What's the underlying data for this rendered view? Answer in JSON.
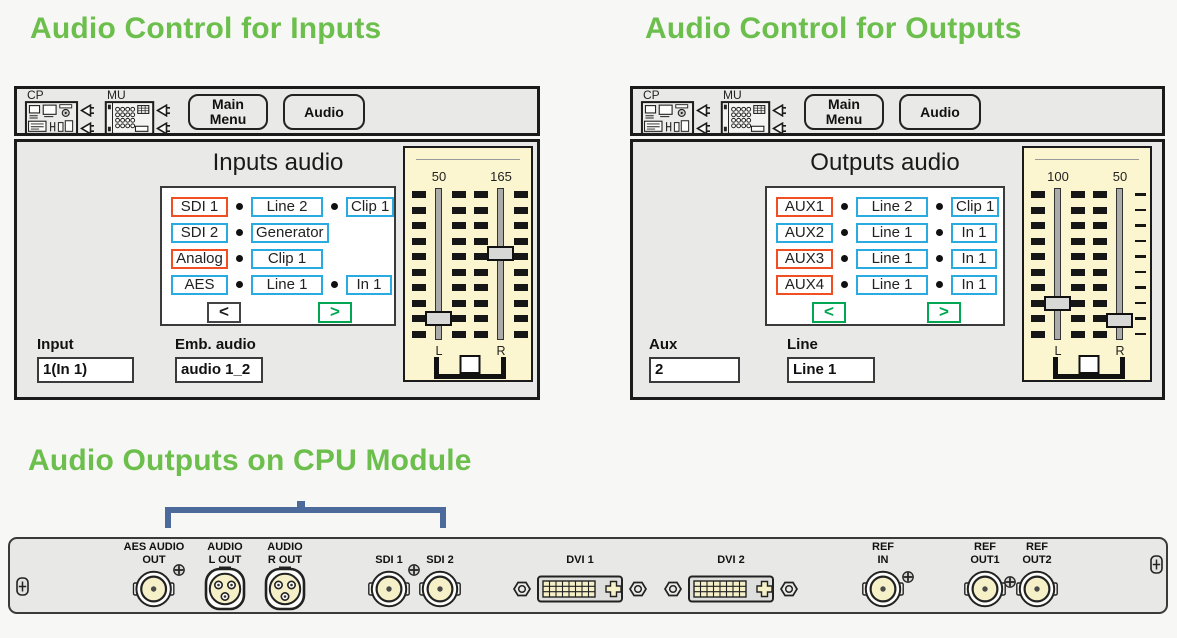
{
  "headings": {
    "inputs": "Audio Control for Inputs",
    "outputs": "Audio Control for Outputs",
    "cpu": "Audio Outputs on CPU Module"
  },
  "panels": [
    {
      "name": "inputs",
      "header": {
        "cp_label": "CP",
        "mu_label": "MU",
        "buttons": [
          {
            "label": "Main Menu"
          },
          {
            "label": "Audio"
          }
        ]
      },
      "title": "Inputs audio",
      "matrix": {
        "rows": [
          {
            "cells": [
              {
                "text": "SDI 1",
                "color": "red"
              },
              {
                "text": "Line 2",
                "color": "blue"
              },
              {
                "text": "Clip 1",
                "color": "blue"
              }
            ]
          },
          {
            "cells": [
              {
                "text": "SDI 2",
                "color": "blue"
              },
              {
                "text": "Generator",
                "color": "blue"
              }
            ]
          },
          {
            "cells": [
              {
                "text": "Analog",
                "color": "red"
              },
              {
                "text": "Clip 1",
                "color": "blue"
              }
            ]
          },
          {
            "cells": [
              {
                "text": "AES",
                "color": "blue"
              },
              {
                "text": "Line 1",
                "color": "blue"
              },
              {
                "text": "In 1",
                "color": "blue"
              }
            ]
          }
        ],
        "prev_arrow": {
          "glyph": "<",
          "style": "dark"
        },
        "next_arrow": {
          "glyph": ">",
          "style": "green"
        }
      },
      "fields": [
        {
          "label": "Input",
          "value": "1(In 1)"
        },
        {
          "label": "Emb. audio",
          "value": "audio 1_2"
        }
      ],
      "faders": [
        {
          "channel": "L",
          "value": "50",
          "handle_pct": 86,
          "marks": [
            "solid",
            "solid"
          ]
        },
        {
          "channel": "R",
          "value": "165",
          "handle_pct": 43,
          "marks": [
            "solid",
            "solid"
          ]
        }
      ]
    },
    {
      "name": "outputs",
      "header": {
        "cp_label": "CP",
        "mu_label": "MU",
        "buttons": [
          {
            "label": "Main Menu"
          },
          {
            "label": "Audio"
          }
        ]
      },
      "title": "Outputs audio",
      "matrix": {
        "rows": [
          {
            "cells": [
              {
                "text": "AUX1",
                "color": "red"
              },
              {
                "text": "Line 2",
                "color": "blue"
              },
              {
                "text": "Clip 1",
                "color": "blue"
              }
            ]
          },
          {
            "cells": [
              {
                "text": "AUX2",
                "color": "blue"
              },
              {
                "text": "Line 1",
                "color": "blue"
              },
              {
                "text": "In 1",
                "color": "blue"
              }
            ]
          },
          {
            "cells": [
              {
                "text": "AUX3",
                "color": "red"
              },
              {
                "text": "Line 1",
                "color": "blue"
              },
              {
                "text": "In 1",
                "color": "blue"
              }
            ]
          },
          {
            "cells": [
              {
                "text": "AUX4",
                "color": "red"
              },
              {
                "text": "Line 1",
                "color": "blue"
              },
              {
                "text": "In 1",
                "color": "blue"
              }
            ]
          }
        ],
        "prev_arrow": {
          "glyph": "<",
          "style": "green"
        },
        "next_arrow": {
          "glyph": ">",
          "style": "green"
        }
      },
      "fields": [
        {
          "label": "Aux",
          "value": "2"
        },
        {
          "label": "Line",
          "value": "Line 1"
        }
      ],
      "faders": [
        {
          "channel": "L",
          "value": "100",
          "handle_pct": 76,
          "marks": [
            "solid",
            "solid"
          ]
        },
        {
          "channel": "R",
          "value": "50",
          "handle_pct": 87,
          "marks": [
            "solid",
            "dash"
          ]
        }
      ]
    }
  ],
  "rear_panel": {
    "connectors": [
      {
        "line1": "AES AUDIO",
        "line2": "OUT",
        "type": "bnc"
      },
      {
        "line1": "AUDIO",
        "line2": "L OUT",
        "type": "xlr"
      },
      {
        "line1": "AUDIO",
        "line2": "R OUT",
        "type": "xlr"
      },
      {
        "line1": "SDI 1",
        "line2": "",
        "type": "bnc"
      },
      {
        "line1": "SDI 2",
        "line2": "",
        "type": "bnc"
      },
      {
        "line1": "DVI 1",
        "line2": "",
        "type": "dvi"
      },
      {
        "line1": "DVI 2",
        "line2": "",
        "type": "dvi"
      },
      {
        "line1": "REF",
        "line2": "IN",
        "type": "bnc"
      },
      {
        "line1": "REF",
        "line2": "OUT1",
        "type": "bnc"
      },
      {
        "line1": "REF",
        "line2": "OUT2",
        "type": "bnc"
      }
    ]
  },
  "icons": {
    "cp_device": "control-panel-pictogram",
    "mu_device": "mainframe-unit-pictogram",
    "plug": "left-arrow-plug",
    "bnc": "bnc-connector",
    "xlr": "xlr-connector",
    "dvi": "dvi-connector",
    "screw_cross": "phillips-screw",
    "screw_oval": "panel-screw",
    "hex_nut": "hex-nut"
  },
  "colors": {
    "heading_green": "#6cbf4c",
    "matrix_red": "#f04e23",
    "matrix_blue": "#29abe2",
    "arrow_green": "#00a651",
    "bracket_blue": "#4c6b9a",
    "fader_bg": "#fbf6cf",
    "panel_bg": "#e9e9e7"
  }
}
